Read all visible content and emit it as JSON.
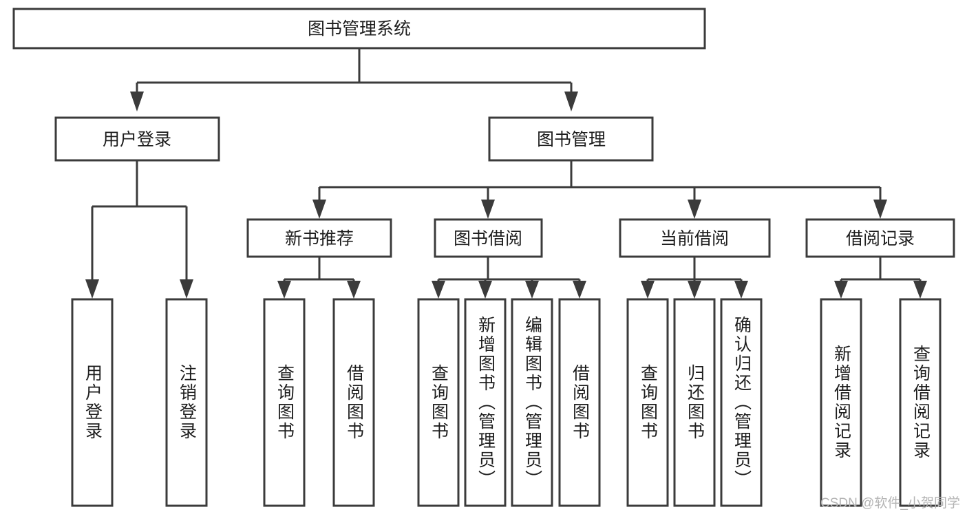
{
  "diagram": {
    "title": "图书管理系统",
    "type": "tree-hierarchy",
    "watermark": "CSDN @软件_小贺同学",
    "colors": {
      "box_stroke": "#3b3b3b",
      "box_fill": "#ffffff",
      "connector": "#3b3b3b",
      "text": "#1d1d1d",
      "background": "#ffffff",
      "watermark": "#b4b4b4"
    },
    "root": {
      "label": "图书管理系统"
    },
    "level2": [
      {
        "label": "用户登录"
      },
      {
        "label": "图书管理"
      }
    ],
    "level3": [
      {
        "label": "新书推荐"
      },
      {
        "label": "图书借阅"
      },
      {
        "label": "当前借阅"
      },
      {
        "label": "借阅记录"
      }
    ],
    "leaves": {
      "user_login": [
        {
          "label": "用户登录"
        },
        {
          "label": "注销登录"
        }
      ],
      "new_book_recommend": [
        {
          "label": "查询图书"
        },
        {
          "label": "借阅图书"
        }
      ],
      "book_borrow": [
        {
          "label": "查询图书"
        },
        {
          "label": "新增图书（管理员）"
        },
        {
          "label": "编辑图书（管理员）"
        },
        {
          "label": "借阅图书"
        }
      ],
      "current_borrow": [
        {
          "label": "查询图书"
        },
        {
          "label": "归还图书"
        },
        {
          "label": "确认归还（管理员）"
        }
      ],
      "borrow_record": [
        {
          "label": "新增借阅记录"
        },
        {
          "label": "查询借阅记录"
        }
      ]
    }
  }
}
